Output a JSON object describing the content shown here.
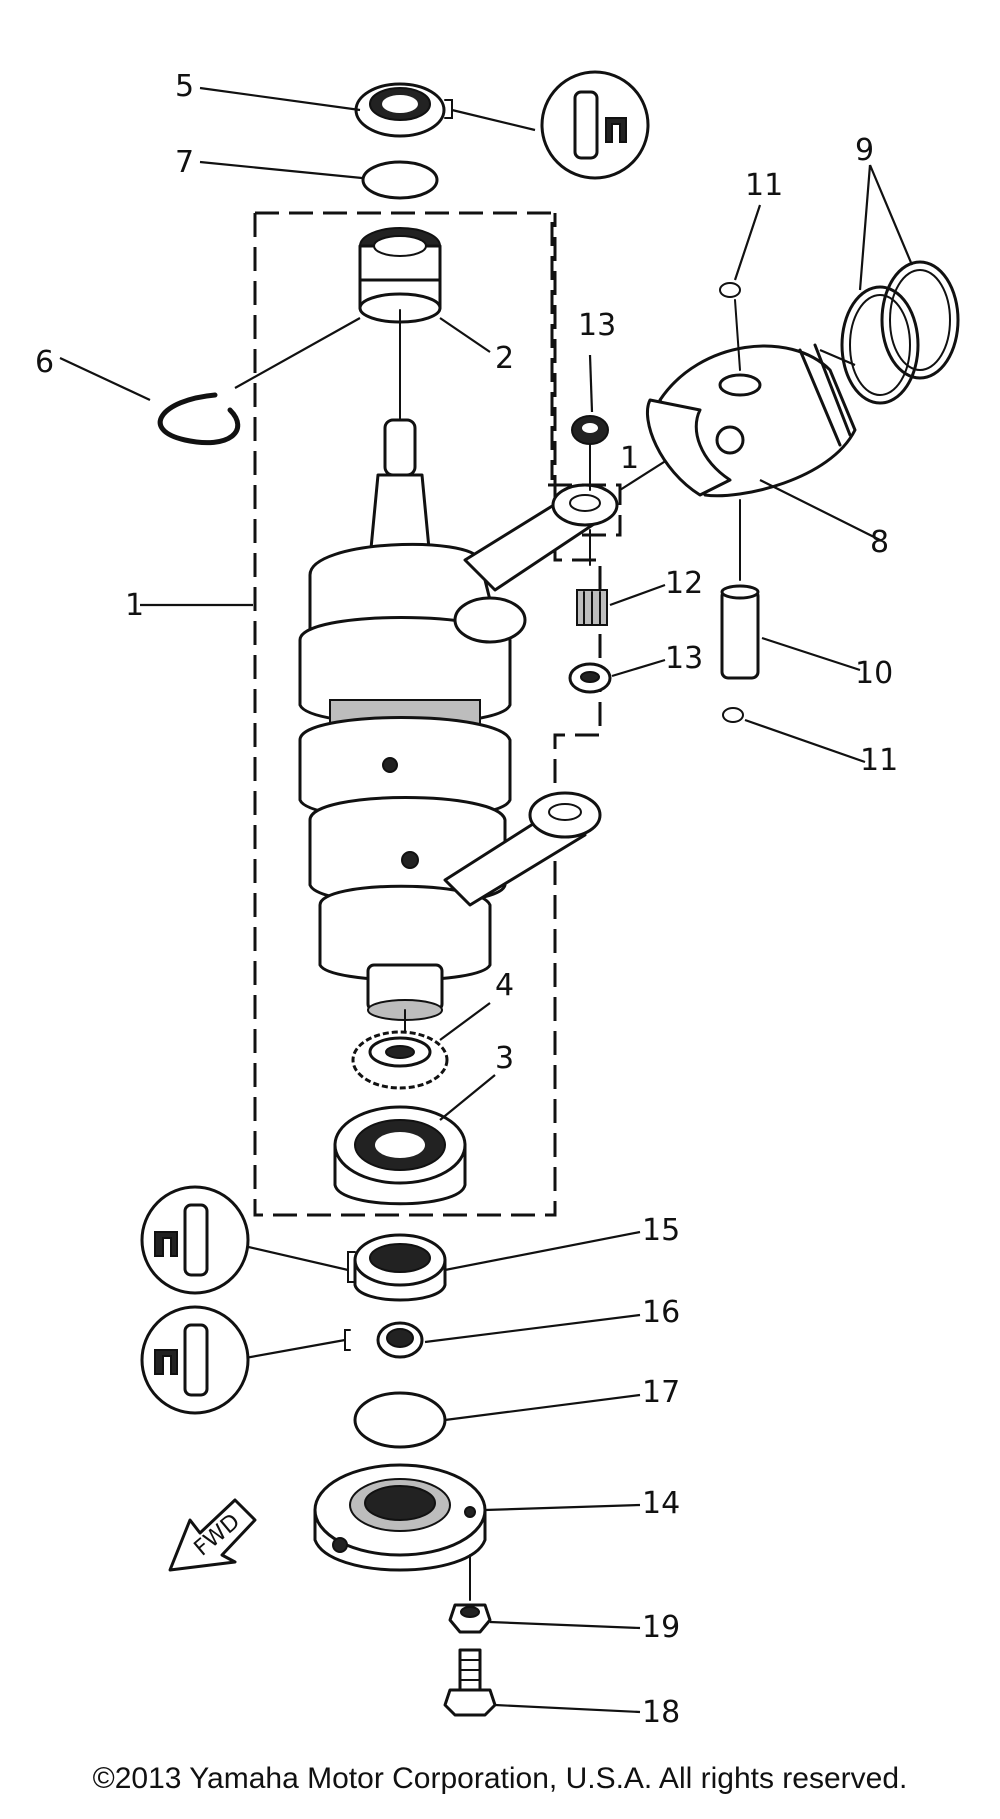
{
  "labels": {
    "l1": "1",
    "l1b": "1",
    "l2": "2",
    "l3": "3",
    "l4": "4",
    "l5": "5",
    "l6": "6",
    "l7": "7",
    "l8": "8",
    "l9": "9",
    "l10": "10",
    "l11a": "11",
    "l11b": "11",
    "l12": "12",
    "l13a": "13",
    "l13b": "13",
    "l14": "14",
    "l15": "15",
    "l16": "16",
    "l17": "17",
    "l18": "18",
    "l19": "19"
  },
  "fwd_arrow": "FWD",
  "copyright": "©2013 Yamaha Motor Corporation, U.S.A. All rights reserved.",
  "icons": {
    "top_circle": "grease-tube-icon",
    "mid_circle": "grease-tube-icon",
    "bottom_circle": "sealant-tube-icon"
  },
  "colors": {
    "ink": "#111111",
    "background": "#ffffff"
  }
}
